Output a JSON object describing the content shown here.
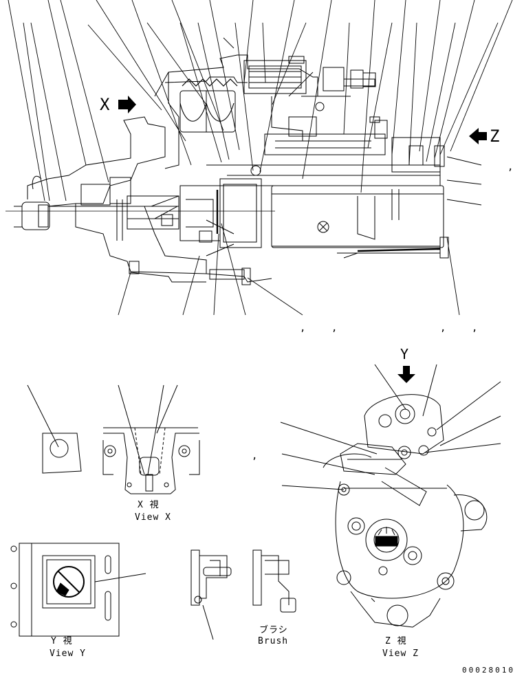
{
  "view_markers": {
    "x": "X",
    "z": "Z",
    "y": "Y"
  },
  "captions": {
    "view_x_jp": "X 視",
    "view_x_en": "View X",
    "view_y_jp": "Y 視",
    "view_y_en": "View Y",
    "view_z_jp": "Z 視",
    "view_z_en": "View Z",
    "brush_jp": "ブラシ",
    "brush_en": "Brush"
  },
  "commas": [
    ",",
    ",",
    ",",
    ",",
    ",",
    ","
  ],
  "document_number": "00028010"
}
